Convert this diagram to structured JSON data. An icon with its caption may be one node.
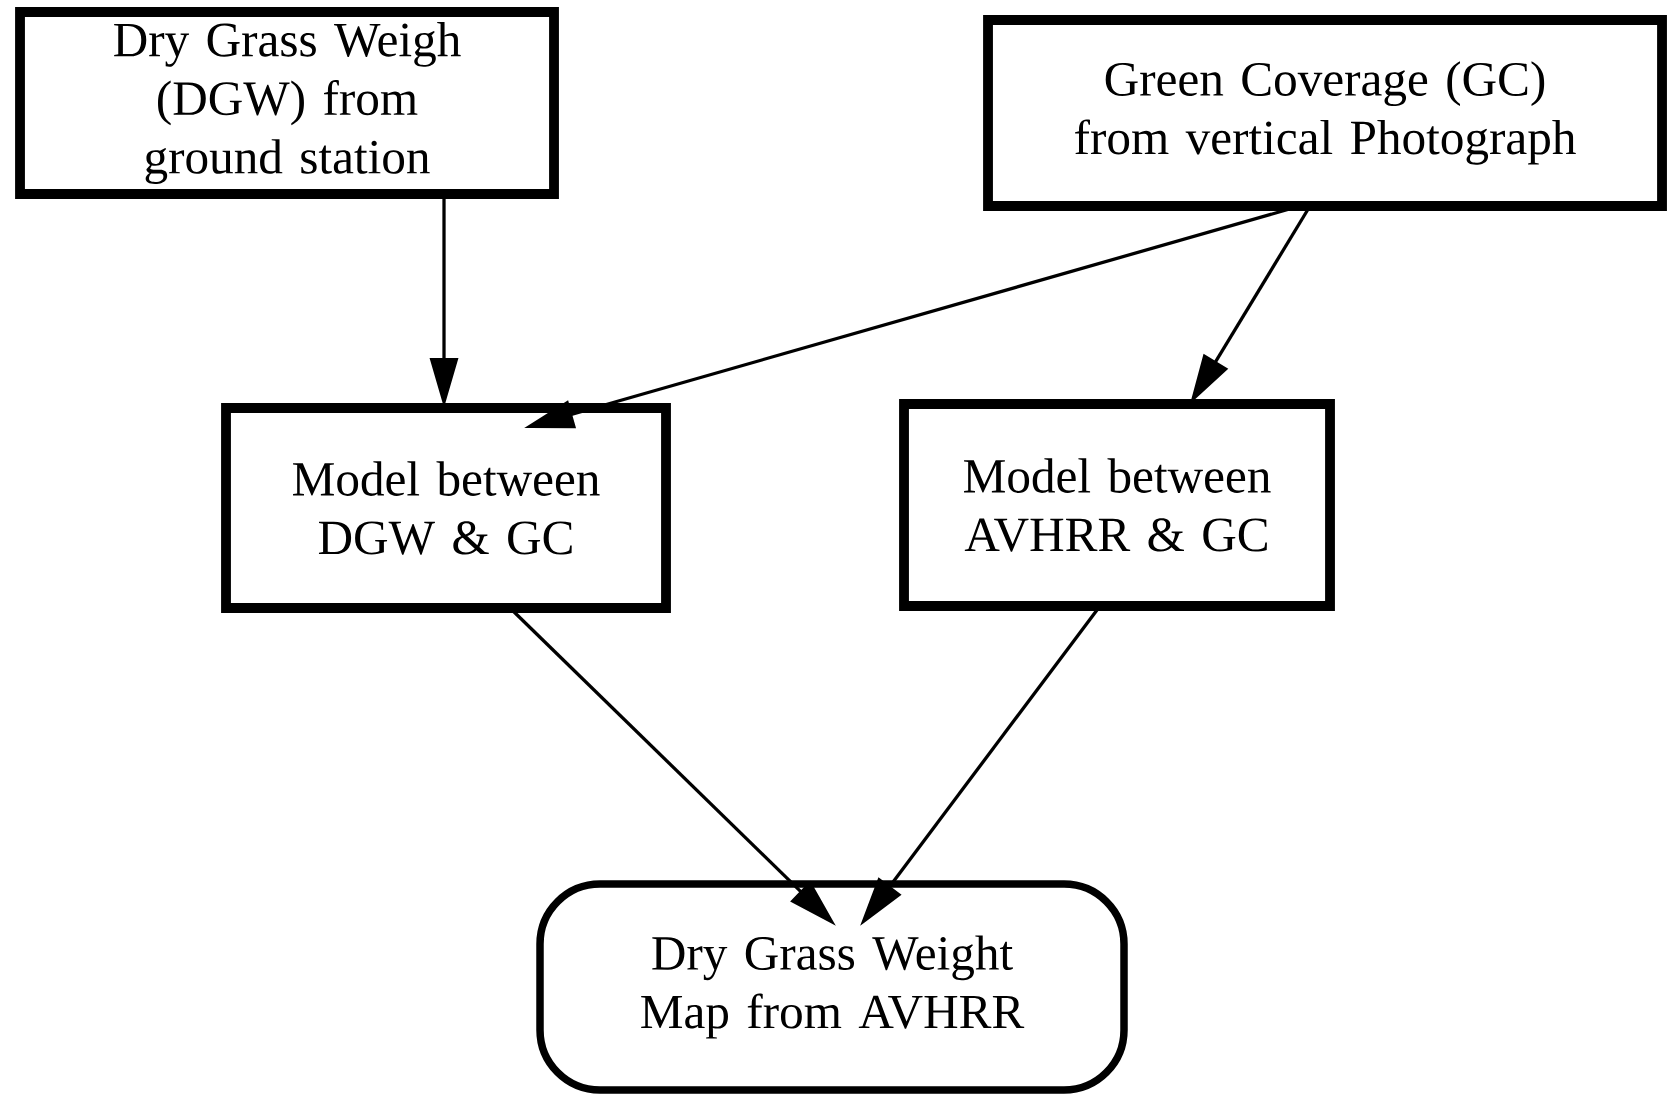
{
  "diagram": {
    "nodes": [
      {
        "text": [
          "Dry Grass Weigh (DGW) from ground station"
        ]
      },
      {
        "text": [
          "Green Coverage (GC) from vertical Photograph"
        ]
      },
      {
        "text": [
          "Model between DGW & GC"
        ]
      },
      {
        "text": [
          "Model between AVHRR & GC"
        ]
      },
      {
        "text": [
          "Dry Grass Weight Map from AVHRR"
        ]
      }
    ],
    "edges": [
      {
        "from": 0,
        "to": 2,
        "arrow": "to"
      },
      {
        "from": 1,
        "to": 2,
        "arrow": "to"
      },
      {
        "from": 1,
        "to": 3,
        "arrow": "to"
      },
      {
        "from": 2,
        "to": 4,
        "arrow": "to"
      },
      {
        "from": 3,
        "to": 4,
        "arrow": "to"
      }
    ]
  }
}
